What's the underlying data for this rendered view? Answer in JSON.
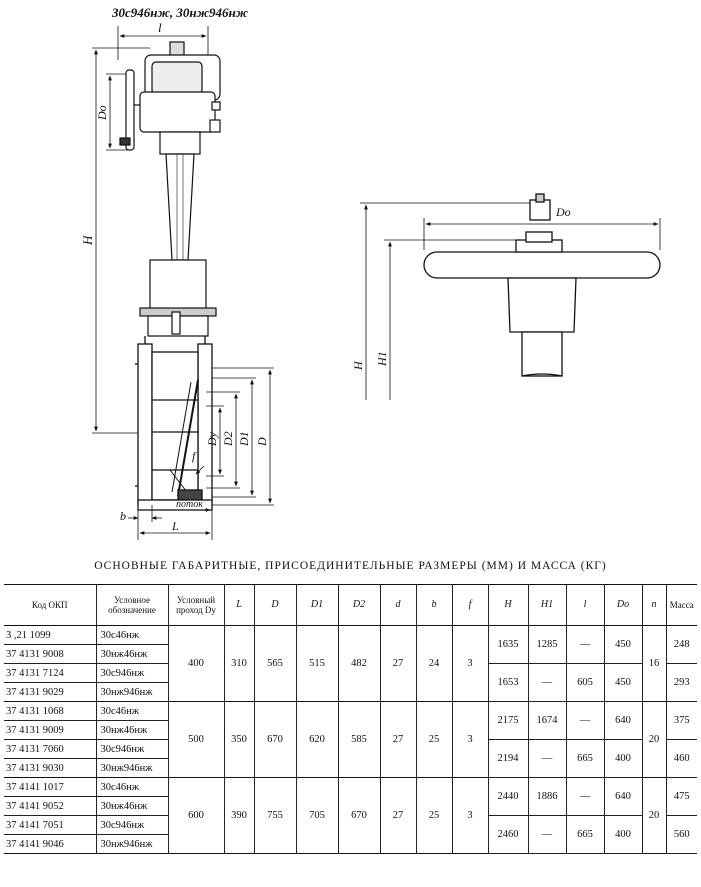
{
  "drawing": {
    "title": "30с946нж, 30нж946нж",
    "labels": {
      "l": "l",
      "H": "H",
      "Do_left": "Dо",
      "Dy": "Dу",
      "D2": "D2",
      "D1": "D1",
      "D": "D",
      "f": "f",
      "b": "b",
      "L": "L",
      "flow": "поток",
      "Do_right": "Dо",
      "H_right": "H",
      "H1": "H1"
    }
  },
  "caption": "Основные габаритные, присоединительные размеры (мм) и масса (кг)",
  "table": {
    "headers": {
      "code": "Код ОКП",
      "designation": "Условное обозначение",
      "dn": "Условный проход Dу",
      "L": "L",
      "D": "D",
      "D1": "D1",
      "D2": "D2",
      "d": "d",
      "b": "b",
      "f": "f",
      "H": "H",
      "H1": "H1",
      "l": "l",
      "Do": "Dо",
      "n": "n",
      "mass": "Масса"
    },
    "groups": [
      {
        "dn": "400",
        "L": "310",
        "D": "565",
        "D1": "515",
        "D2": "482",
        "d": "27",
        "b": "24",
        "f": "3",
        "rows": [
          {
            "code": "3 ,21 1099",
            "designation": "30с46нж"
          },
          {
            "code": "37 4131 9008",
            "designation": "30нж46нж"
          },
          {
            "code": "37 4131 7124",
            "designation": "30с946нж"
          },
          {
            "code": "37 4131 9029",
            "designation": "30нж946нж"
          }
        ],
        "sub": [
          {
            "H": "1635",
            "H1": "1285",
            "l": "—",
            "Do": "450",
            "mass": "248"
          },
          {
            "H": "1653",
            "H1": "—",
            "l": "605",
            "Do": "450",
            "mass": "293"
          }
        ],
        "n": "16"
      },
      {
        "dn": "500",
        "L": "350",
        "D": "670",
        "D1": "620",
        "D2": "585",
        "d": "27",
        "b": "25",
        "f": "3",
        "rows": [
          {
            "code": "37 4131 1068",
            "designation": "30с46нж"
          },
          {
            "code": "37 4131 9009",
            "designation": "30нж46нж"
          },
          {
            "code": "37 4131 7060",
            "designation": "30с946нж"
          },
          {
            "code": "37 4131 9030",
            "designation": "30нж946нж"
          }
        ],
        "sub": [
          {
            "H": "2175",
            "H1": "1674",
            "l": "—",
            "Do": "640",
            "mass": "375"
          },
          {
            "H": "2194",
            "H1": "—",
            "l": "665",
            "Do": "400",
            "mass": "460"
          }
        ],
        "n": "20"
      },
      {
        "dn": "600",
        "L": "390",
        "D": "755",
        "D1": "705",
        "D2": "670",
        "d": "27",
        "b": "25",
        "f": "3",
        "rows": [
          {
            "code": "37 4141 1017",
            "designation": "30с46нж"
          },
          {
            "code": "37 4141 9052",
            "designation": "30нж46нж"
          },
          {
            "code": "37 4141 7051",
            "designation": "30с946нж"
          },
          {
            "code": "37 4141 9046",
            "designation": "30нж946нж"
          }
        ],
        "sub": [
          {
            "H": "2440",
            "H1": "1886",
            "l": "—",
            "Do": "640",
            "mass": "475"
          },
          {
            "H": "2460",
            "H1": "—",
            "l": "665",
            "Do": "400",
            "mass": "560"
          }
        ],
        "n": "20"
      }
    ]
  }
}
